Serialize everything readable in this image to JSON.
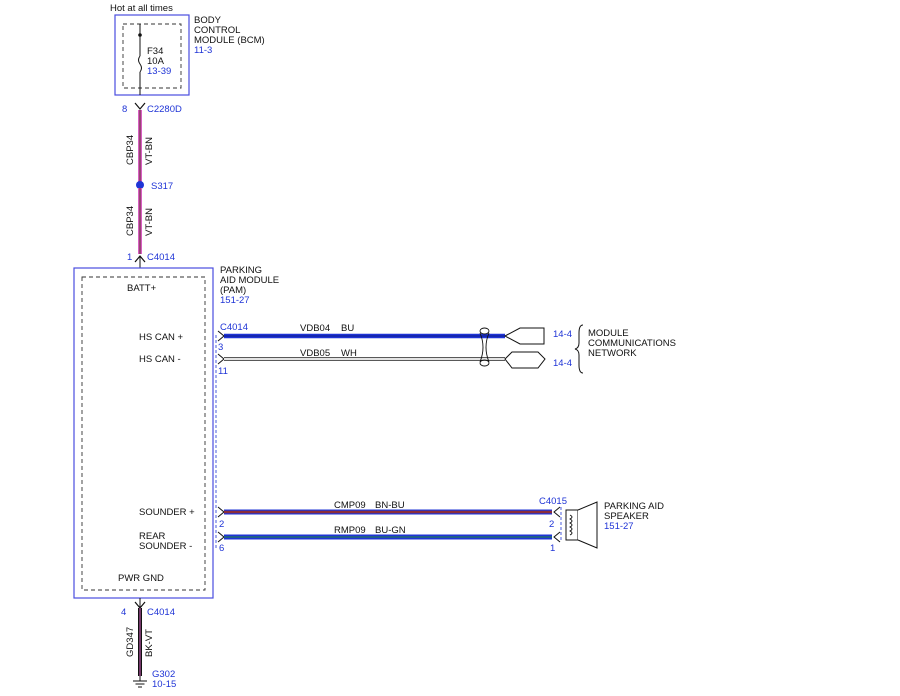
{
  "colors": {
    "blue": "#1f34d6",
    "violet_brown": "#d85fc2",
    "brown_blue_red": "#8b2d3b",
    "black": "#111111"
  },
  "bcm": {
    "header": "Hot at all times",
    "name_lines": [
      "BODY",
      "CONTROL",
      "MODULE (BCM)"
    ],
    "ref": "11-3",
    "fuse_id": "F34",
    "fuse_rating": "10A",
    "fuse_ref": "13-39"
  },
  "top_connector": {
    "pin": "8",
    "id": "C2280D"
  },
  "wire_upper": {
    "circuit": "CBP34",
    "color": "VT-BN"
  },
  "splice": {
    "id": "S317"
  },
  "wire_lower": {
    "circuit": "CBP34",
    "color": "VT-BN"
  },
  "pam_connector_top": {
    "pin": "1",
    "id": "C4014"
  },
  "pam": {
    "name_lines": [
      "PARKING",
      "AID MODULE",
      "(PAM)"
    ],
    "ref": "151-27",
    "pins": {
      "batt": "BATT+",
      "hs_can_plus": "HS CAN +",
      "hs_can_minus": "HS CAN -",
      "sounder_plus": "SOUNDER +",
      "rear_sounder_minus_1": "REAR",
      "rear_sounder_minus_2": "SOUNDER -",
      "pwr_gnd": "PWR GND"
    }
  },
  "can_connector": {
    "id": "C4014",
    "pin_plus": "3",
    "pin_minus": "11"
  },
  "can_wires": [
    {
      "circuit": "VDB04",
      "color": "BU",
      "ref": "14-4"
    },
    {
      "circuit": "VDB05",
      "color": "WH",
      "ref": "14-4"
    }
  ],
  "network_label": [
    "MODULE",
    "COMMUNICATIONS",
    "NETWORK"
  ],
  "sounder_wires": [
    {
      "circuit": "CMP09",
      "color": "BN-BU",
      "pam_pin": "2",
      "spk_pin": "2"
    },
    {
      "circuit": "RMP09",
      "color": "BU-GN",
      "pam_pin": "6",
      "spk_pin": "1"
    }
  ],
  "speaker_connector": {
    "id": "C4015"
  },
  "speaker": {
    "name_lines": [
      "PARKING AID",
      "SPEAKER"
    ],
    "ref": "151-27"
  },
  "gnd_connector": {
    "pin": "4",
    "id": "C4014"
  },
  "gnd_wire": {
    "circuit": "GD347",
    "color": "BK-VT"
  },
  "ground": {
    "id": "G302",
    "ref": "10-15"
  }
}
